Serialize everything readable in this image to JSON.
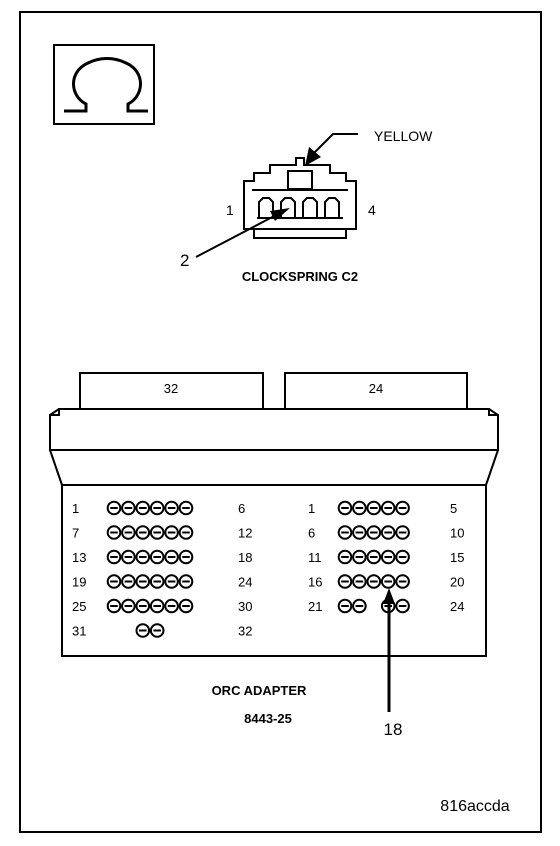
{
  "connector_top": {
    "callout_color": "YELLOW",
    "pin_left": "1",
    "pin_right": "4",
    "pin_callout": "2",
    "name": "CLOCKSPRING C2"
  },
  "adapter": {
    "tab_left": "32",
    "tab_right": "24",
    "left_rows": [
      {
        "start": "1",
        "end": "6",
        "pins": [
          1,
          1,
          1,
          1,
          1,
          1
        ]
      },
      {
        "start": "7",
        "end": "12",
        "pins": [
          1,
          1,
          1,
          1,
          1,
          1
        ]
      },
      {
        "start": "13",
        "end": "18",
        "pins": [
          1,
          1,
          1,
          1,
          1,
          1
        ]
      },
      {
        "start": "19",
        "end": "24",
        "pins": [
          1,
          1,
          1,
          1,
          1,
          1
        ]
      },
      {
        "start": "25",
        "end": "30",
        "pins": [
          1,
          1,
          1,
          1,
          1,
          1
        ]
      },
      {
        "start": "31",
        "end": "32",
        "pins": [
          0,
          0,
          1,
          1,
          0,
          0
        ]
      }
    ],
    "right_rows": [
      {
        "start": "1",
        "end": "5",
        "pins": [
          1,
          1,
          1,
          1,
          1
        ]
      },
      {
        "start": "6",
        "end": "10",
        "pins": [
          1,
          1,
          1,
          1,
          1
        ]
      },
      {
        "start": "11",
        "end": "15",
        "pins": [
          1,
          1,
          1,
          1,
          1
        ]
      },
      {
        "start": "16",
        "end": "20",
        "pins": [
          1,
          1,
          1,
          1,
          1
        ]
      },
      {
        "start": "21",
        "end": "24",
        "pins": [
          1,
          1,
          0,
          1,
          1
        ]
      }
    ],
    "pin_callout": "18",
    "title": "ORC ADAPTER",
    "part_number": "8443-25"
  },
  "figure_id": "816accda",
  "icon": "omega-symbol-icon"
}
